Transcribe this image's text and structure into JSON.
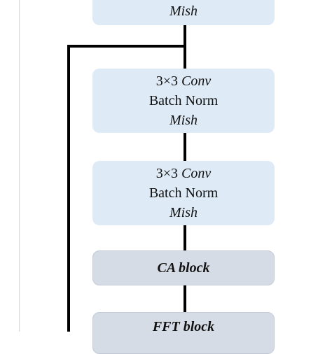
{
  "top_block": {
    "activation": "Mish"
  },
  "conv_block_1": {
    "conv_prefix": "3×3",
    "conv_word": "Conv",
    "norm": "Batch Norm",
    "activation": "Mish"
  },
  "conv_block_2": {
    "conv_prefix": "3×3",
    "conv_word": "Conv",
    "norm": "Batch Norm",
    "activation": "Mish"
  },
  "ca_block": {
    "label": "CA block"
  },
  "fft_block": {
    "label": "FFT block"
  },
  "colors": {
    "conv_fill": "#deebf7",
    "module_fill": "#d6dce5",
    "wire": "#000000"
  }
}
